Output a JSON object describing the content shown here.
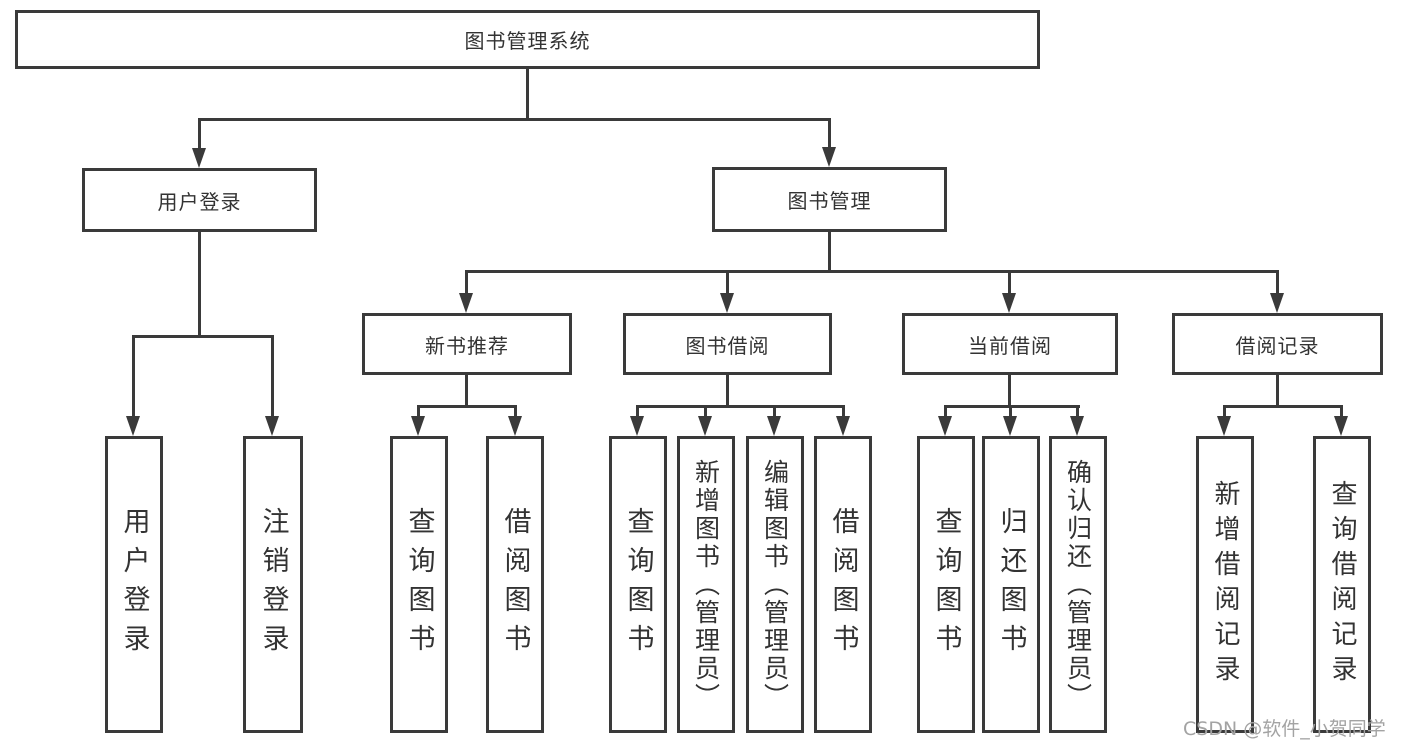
{
  "tree": {
    "root": {
      "label": "图书管理系统"
    },
    "children": [
      {
        "label": "用户登录",
        "children": [
          {
            "label": "用户登录"
          },
          {
            "label": "注销登录"
          }
        ]
      },
      {
        "label": "图书管理",
        "children": [
          {
            "label": "新书推荐",
            "children": [
              {
                "label": "查询图书"
              },
              {
                "label": "借阅图书"
              }
            ]
          },
          {
            "label": "图书借阅",
            "children": [
              {
                "label": "查询图书"
              },
              {
                "label": "新增图书（管理员）"
              },
              {
                "label": "编辑图书（管理员）"
              },
              {
                "label": "借阅图书"
              }
            ]
          },
          {
            "label": "当前借阅",
            "children": [
              {
                "label": "查询图书"
              },
              {
                "label": "归还图书"
              },
              {
                "label": "确认归还（管理员）"
              }
            ]
          },
          {
            "label": "借阅记录",
            "children": [
              {
                "label": "新增借阅记录"
              },
              {
                "label": "查询借阅记录"
              }
            ]
          }
        ]
      }
    ]
  },
  "watermark": {
    "text": "CSDN @软件_小贺同学"
  },
  "colors": {
    "line": "#3a3a3a",
    "text": "#333333",
    "background": "#ffffff",
    "watermark": "#a3a3a3"
  }
}
